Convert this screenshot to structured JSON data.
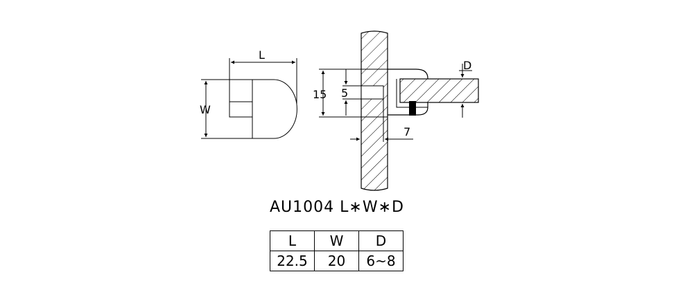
{
  "dimensions": {
    "length": "L",
    "width": "W",
    "depth": "D",
    "height_total": "15",
    "slot_height": "5",
    "slot_depth": "7"
  },
  "model_label": "AU1004 L∗W∗D",
  "spec_table": {
    "headers": [
      "L",
      "W",
      "D"
    ],
    "values": [
      "22.5",
      "20",
      "6~8"
    ]
  },
  "colors": {
    "line": "#000000",
    "background": "#ffffff"
  }
}
